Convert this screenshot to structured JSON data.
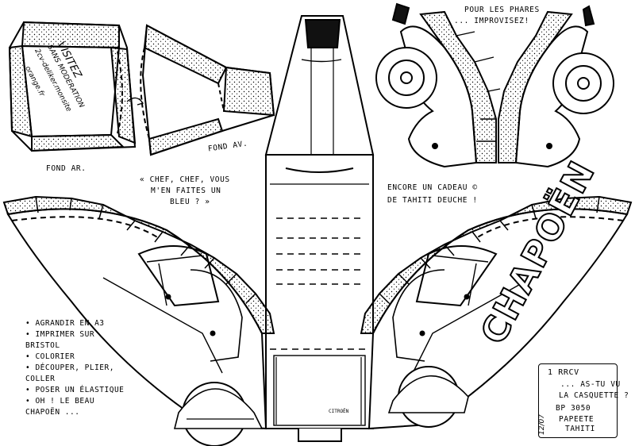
{
  "labels": {
    "pour_les_phares_1": "POUR LES PHARES",
    "pour_les_phares_2": "... IMPROVISEZ!",
    "fond_ar": "FOND AR.",
    "fond_av": "FOND AV.",
    "chef_1": "« CHEF, CHEF, VOUS",
    "chef_2": "M'EN FAITES UN",
    "chef_3": "BLEU ? »",
    "cadeau_1": "ENCORE UN CADEAU ©",
    "cadeau_2": "DE TAHITI DEUCHE !",
    "visitez": "VISITEZ",
    "sans_moderation": "SANS MODERATION",
    "url_1": "2cv-deliker.monsite",
    "url_2": "orange.fr",
    "brand": "CHAPOËN",
    "small_badge": "CITROËN",
    "stamp_1": "1 RRCV",
    "stamp_2": "... AS-TU VU",
    "stamp_3": "LA CASQUETTE ?",
    "stamp_4": "BP 3050",
    "stamp_5": "PAPEETE",
    "stamp_6": "TAHITI",
    "date": "12/07"
  },
  "steps": [
    "• AGRANDIR EN A3",
    "• IMPRIMER SUR",
    "  BRISTOL",
    "• COLORIER",
    "• DÉCOUPER, PLIER,",
    "  COLLER",
    "• POSER UN ÉLASTIQUE",
    "• OH ! LE BEAU",
    "  CHAPOËN ..."
  ]
}
